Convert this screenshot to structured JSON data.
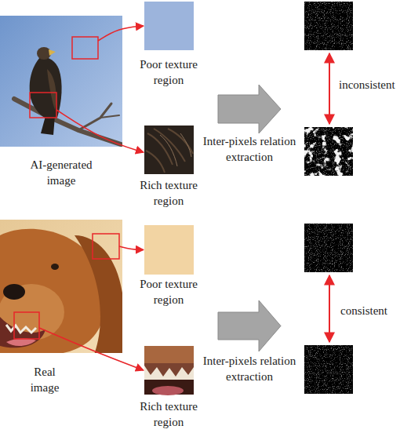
{
  "diagram": {
    "nodes": [
      {
        "text": [
          "AI-generated image"
        ]
      },
      {
        "text": [
          "Poor texture region"
        ]
      },
      {
        "text": [
          "Rich texture region"
        ]
      },
      {
        "text": [
          "Inter-pixels relation extraction"
        ]
      },
      {
        "text": [
          "Real image"
        ]
      },
      {
        "text": [
          "Poor texture region"
        ]
      },
      {
        "text": [
          "Rich texture region"
        ]
      },
      {
        "text": [
          "Inter-pixels relation extraction"
        ]
      }
    ],
    "edges": [
      {
        "from": 0,
        "to": 1,
        "arrow": "to"
      },
      {
        "from": 0,
        "to": 2,
        "arrow": "to"
      },
      {
        "from": 4,
        "to": 5,
        "arrow": "to"
      },
      {
        "from": 4,
        "to": 6,
        "arrow": "to"
      }
    ],
    "labels": [
      "inconsistent",
      "consistent"
    ]
  }
}
